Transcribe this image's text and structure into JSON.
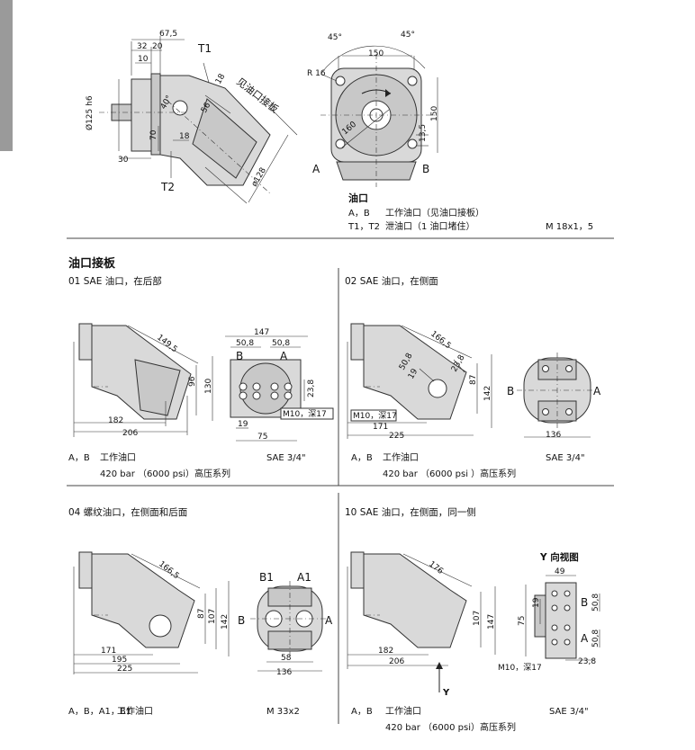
{
  "top": {
    "left_view": {
      "dims": [
        "67,5",
        "32",
        "20",
        "10",
        "Ø125 h6",
        "70",
        "30",
        "40°",
        "56",
        "18",
        "18",
        "ø128"
      ],
      "ports": [
        "T1",
        "T2"
      ],
      "plate_label": "见油口接板"
    },
    "right_view": {
      "dims": [
        "45°",
        "45°",
        "150",
        "R 16",
        "160",
        "150",
        "13,5"
      ],
      "port_a": "A",
      "port_b": "B"
    },
    "legend": {
      "title": "油口",
      "row1_ports": "A，B",
      "row1_desc": "工作油口（见油口接板）",
      "row2_ports": "T1，T2",
      "row2_desc": "泄油口（1 油口堵住）",
      "row2_spec": "M 18x1，5"
    }
  },
  "section_title": "油口接板",
  "panels": [
    {
      "title": "01 SAE 油口，在后部",
      "dims": [
        "149,5",
        "96",
        "130",
        "182",
        "206",
        "147",
        "50,8",
        "50,8",
        "23,8",
        "M10，深17",
        "19",
        "75"
      ],
      "ports": [
        "B",
        "A"
      ],
      "caption_ports": "A，B",
      "caption_desc": "工作油口",
      "caption_spec": "SAE 3/4\"",
      "caption_line2": "420 bar （6000 psi）高压系列"
    },
    {
      "title": "02 SAE 油口，在侧面",
      "dims": [
        "166,5",
        "50,8",
        "19",
        "23,8",
        "87",
        "142",
        "M10，深17",
        "171",
        "225",
        "136"
      ],
      "ports": [
        "B",
        "A"
      ],
      "caption_ports": "A，B",
      "caption_desc": "工作油口",
      "caption_spec": "SAE 3/4\"",
      "caption_line2": "420 bar （6000 psi ）高压系列"
    },
    {
      "title": "04 螺纹油口，在侧面和后面",
      "dims": [
        "166,5",
        "87",
        "107",
        "142",
        "171",
        "195",
        "225",
        "58",
        "136"
      ],
      "ports": [
        "B1",
        "A1",
        "B",
        "A"
      ],
      "caption_ports": "A，B，A1，B1",
      "caption_desc": "工作油口",
      "caption_spec": "M 33x2",
      "caption_line2": ""
    },
    {
      "title": "10 SAE 油口，在侧面，同一侧",
      "dims": [
        "176",
        "107",
        "147",
        "182",
        "206",
        "49",
        "19",
        "75",
        "50,8",
        "50,8",
        "M10，深17",
        "23,8"
      ],
      "ports": [
        "B",
        "A"
      ],
      "view_label": "Y 向视图",
      "arrow_label": "Y",
      "caption_ports": "A，B",
      "caption_desc": "工作油口",
      "caption_spec": "SAE 3/4\"",
      "caption_line2": "420 bar （6000 psi）高压系列"
    }
  ]
}
